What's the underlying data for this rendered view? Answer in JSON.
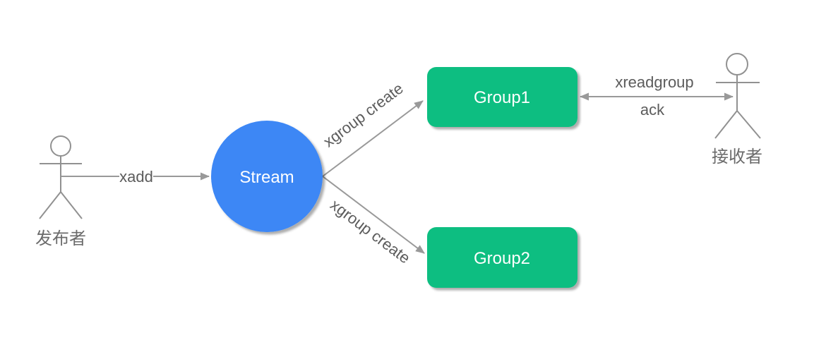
{
  "diagram": {
    "actors": {
      "publisher": {
        "label": "发布者"
      },
      "receiver": {
        "label": "接收者"
      }
    },
    "nodes": {
      "stream": {
        "label": "Stream",
        "shape": "circle"
      },
      "group1": {
        "label": "Group1",
        "shape": "rounded-rect"
      },
      "group2": {
        "label": "Group2",
        "shape": "rounded-rect"
      }
    },
    "edges": {
      "xadd": {
        "label": "xadd"
      },
      "xgroup_create_1": {
        "label": "xgroup create"
      },
      "xgroup_create_2": {
        "label": "xgroup create"
      },
      "xreadgroup": {
        "label": "xreadgroup"
      },
      "ack": {
        "label": "ack"
      }
    },
    "colors": {
      "stream_fill": "#3d87f5",
      "group_fill": "#0dbe81",
      "line": "#999999",
      "label_text": "#5c5c5c",
      "node_text": "#ffffff",
      "background": "#ffffff"
    }
  }
}
